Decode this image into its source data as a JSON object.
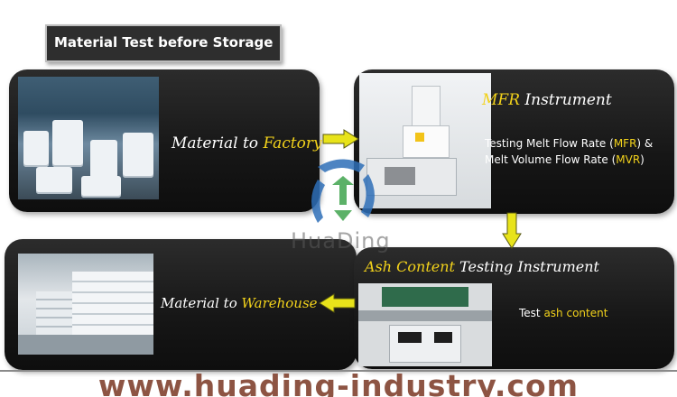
{
  "title": "Material Test before Storage",
  "steps": {
    "factory": {
      "caption_pre": "Material to ",
      "caption_hl": "Factory"
    },
    "mfr": {
      "heading_hl": "MFR",
      "heading_post": " Instrument",
      "line1_pre": "Testing Melt Flow Rate (",
      "line1_hl": "MFR",
      "line1_post": ") &",
      "line2_pre": "Melt Volume Flow Rate (",
      "line2_hl": "MVR",
      "line2_post": ")"
    },
    "ash": {
      "heading_hl": "Ash Content",
      "heading_post": " Testing  Instrument",
      "desc_pre": "Test ",
      "desc_hl": "ash content"
    },
    "warehouse": {
      "caption_pre": "Material to ",
      "caption_hl": "Warehouse"
    }
  },
  "logo": {
    "text": "HuaDing"
  },
  "footer": {
    "url": "www.huading-industry.com"
  },
  "colors": {
    "accent": "#f2d21b",
    "arrow": "#e8e31a",
    "panel": "#1a1a1a",
    "footer": "#8d5443"
  }
}
